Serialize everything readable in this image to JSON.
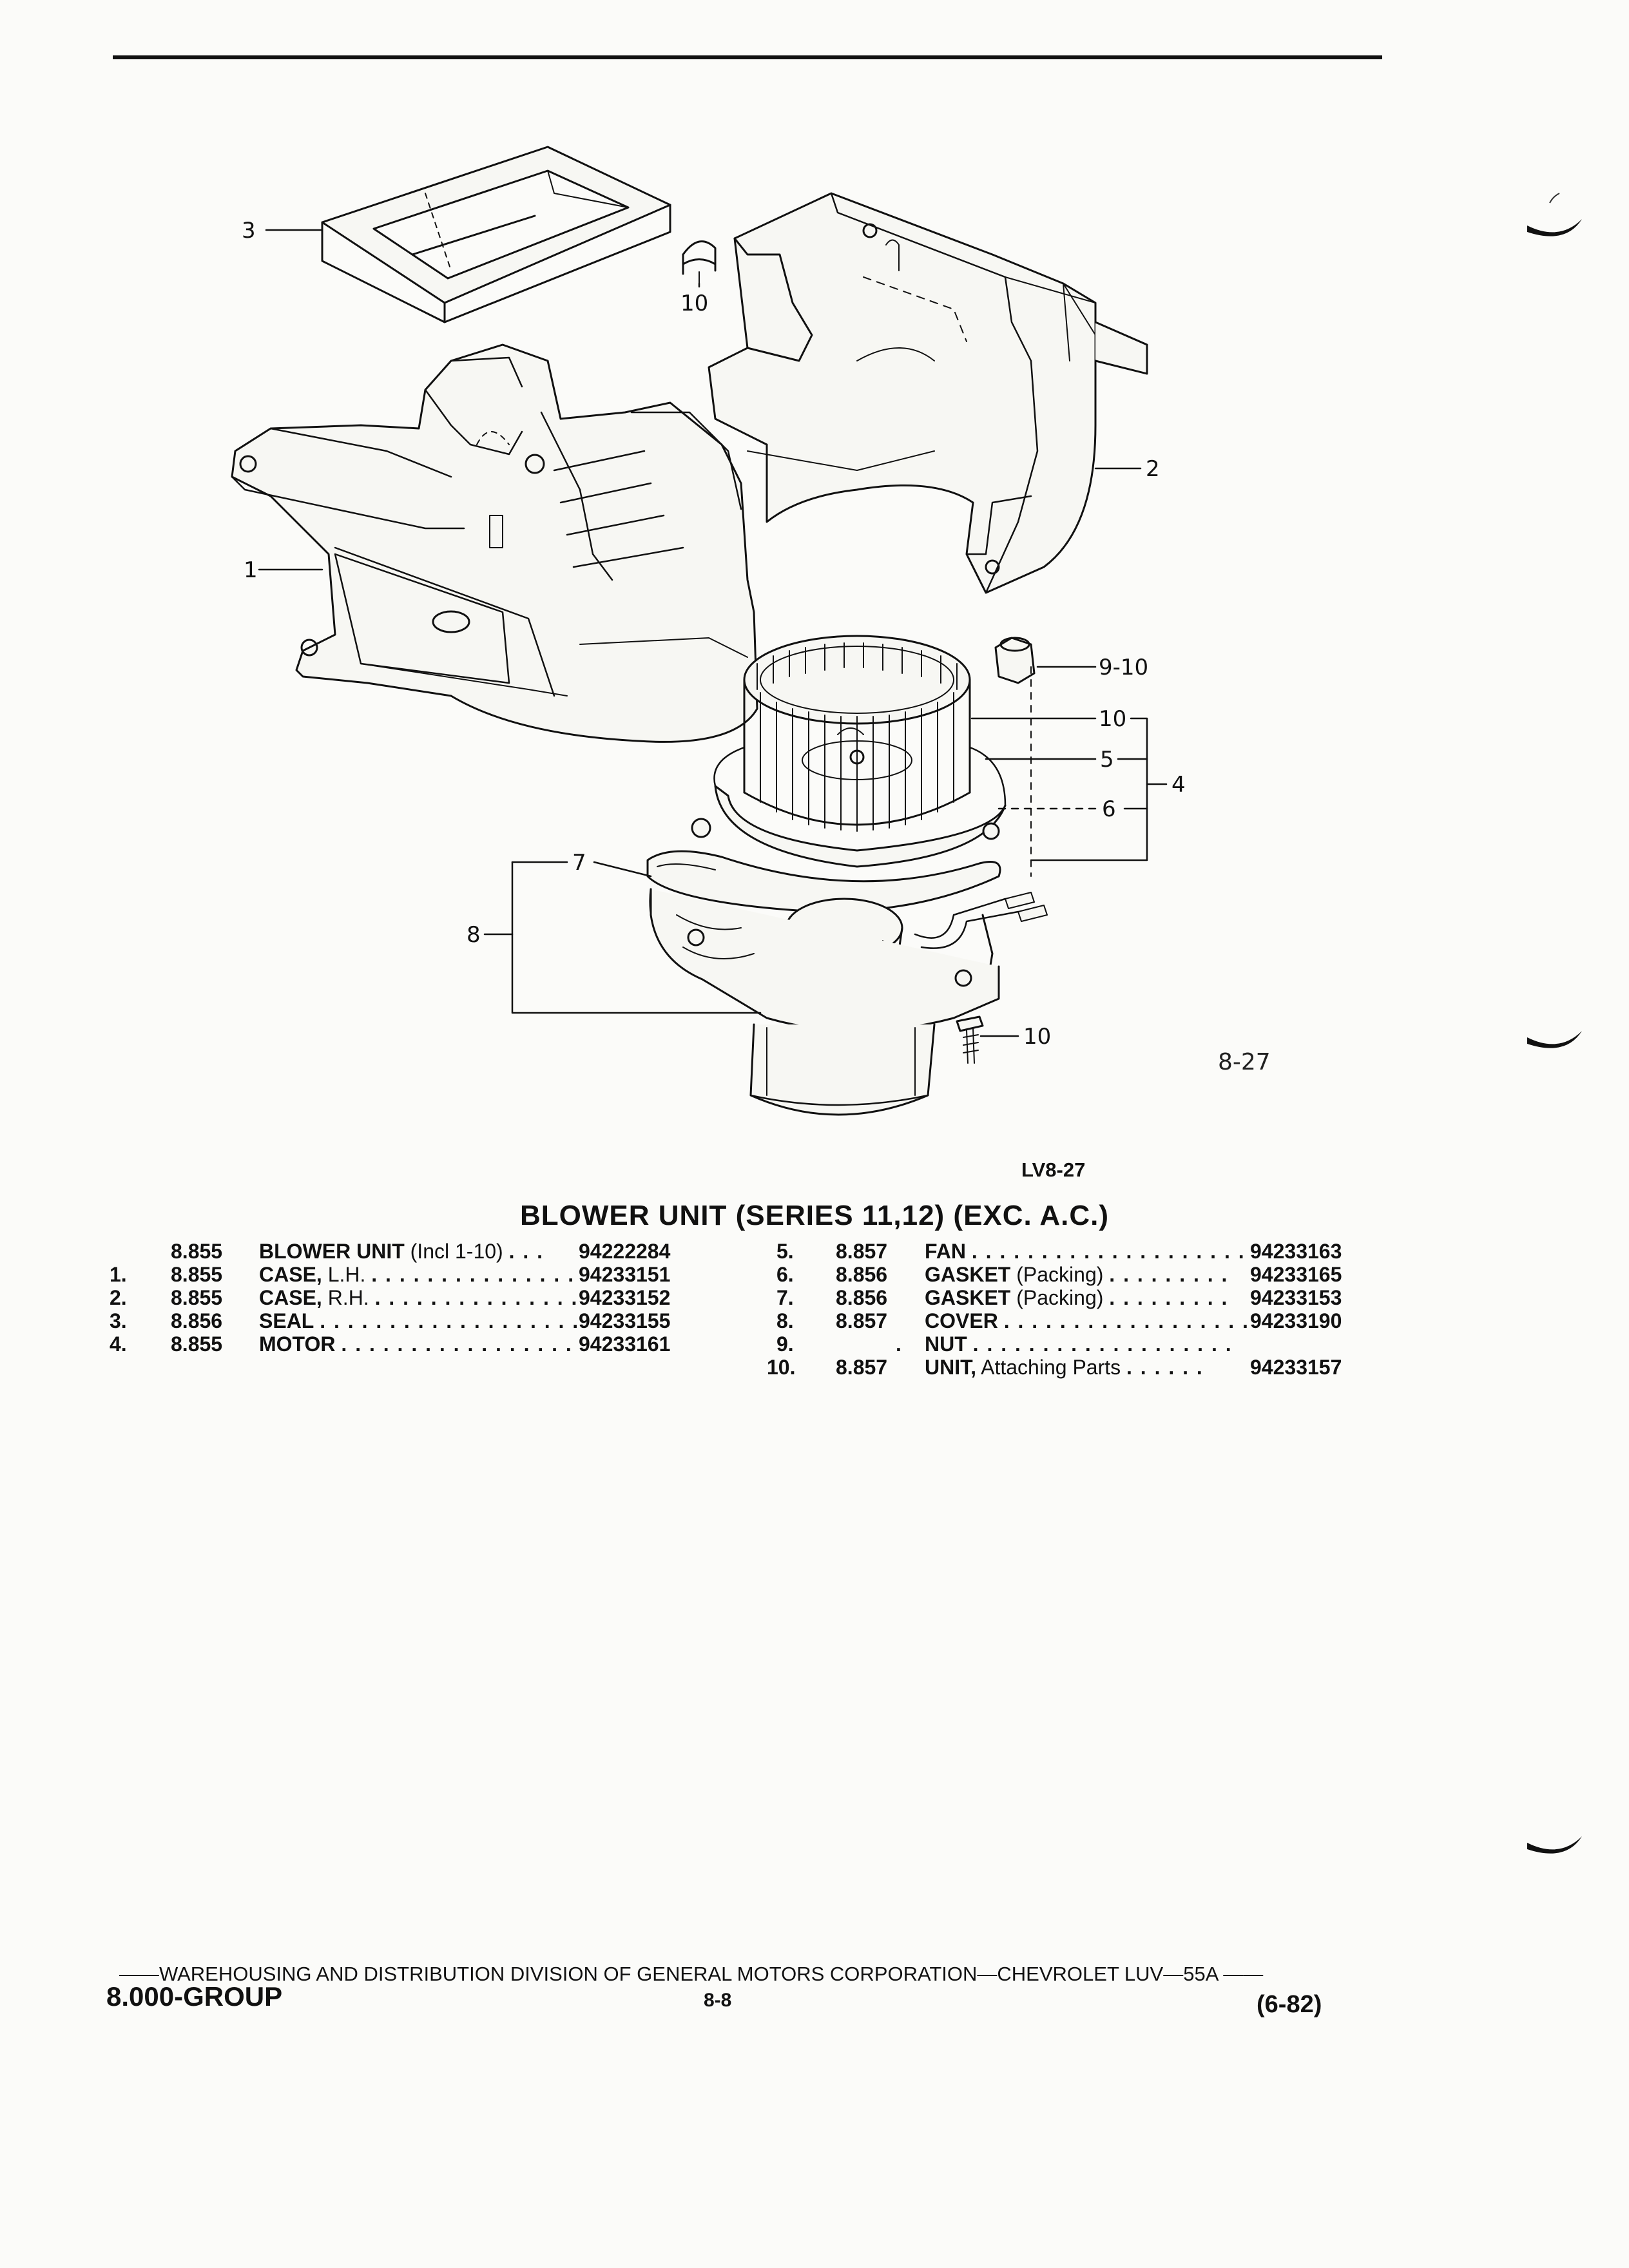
{
  "figure": {
    "callouts": {
      "c3": "3",
      "c10a": "10",
      "c2": "2",
      "c1": "1",
      "c910": "9-10",
      "c10b": "10",
      "c5": "5",
      "c6": "6",
      "c4": "4",
      "c7": "7",
      "c8": "8",
      "c10c": "10"
    },
    "figure_number": "8-27",
    "reference_code": "LV8-27"
  },
  "title": "BLOWER UNIT (SERIES 11,12) (EXC. A.C.)",
  "parts_left": [
    {
      "item": "",
      "group": "8.855",
      "name": "BLOWER UNIT",
      "detail": "(Incl 1-10)",
      "dots": ". . .",
      "part_no": "94222284"
    },
    {
      "item": "1.",
      "group": "8.855",
      "name": "CASE,",
      "detail": "L.H.",
      "dots": ". . . . . . . . . . . . . . .",
      "part_no": "94233151"
    },
    {
      "item": "2.",
      "group": "8.855",
      "name": "CASE,",
      "detail": "R.H.",
      "dots": ". . . . . . . . . . . . . . .",
      "part_no": "94233152"
    },
    {
      "item": "3.",
      "group": "8.856",
      "name": "SEAL",
      "detail": "",
      "dots": ". . . . . . . . . . . . . . . . . . .",
      "part_no": "94233155"
    },
    {
      "item": "4.",
      "group": "8.855",
      "name": "MOTOR",
      "detail": "",
      "dots": ". . . . . . . . . . . . . . . . .",
      "part_no": "94233161"
    }
  ],
  "parts_right": [
    {
      "item": "5.",
      "group": "8.857",
      "name": "FAN",
      "detail": "",
      "dots": ". . . . . . . . . . . . . . . . . . . .",
      "part_no": "94233163"
    },
    {
      "item": "6.",
      "group": "8.856",
      "name": "GASKET",
      "detail": "(Packing)",
      "dots": ". . . . . . . . .",
      "part_no": "94233165"
    },
    {
      "item": "7.",
      "group": "8.856",
      "name": "GASKET",
      "detail": "(Packing)",
      "dots": ". . . . . . . . .",
      "part_no": "94233153"
    },
    {
      "item": "8.",
      "group": "8.857",
      "name": "COVER",
      "detail": "",
      "dots": ". . . . . . . . . . . . . . . . . .",
      "part_no": "94233190"
    },
    {
      "item": "9.",
      "group": ".",
      "name": "NUT",
      "detail": "",
      "dots": ". . . . . . . . . . . . . . . . . . .",
      "part_no": ""
    },
    {
      "item": "10.",
      "group": "8.857",
      "name": "UNIT,",
      "detail": "Attaching Parts",
      "dots": ". . . . . .",
      "part_no": "94233157"
    }
  ],
  "footer": {
    "line": "——WAREHOUSING AND DISTRIBUTION  DIVISION OF GENERAL MOTORS CORPORATION—CHEVROLET LUV—55A  ——",
    "group": "8.000-GROUP",
    "page": "8-8",
    "date": "(6-82)"
  }
}
